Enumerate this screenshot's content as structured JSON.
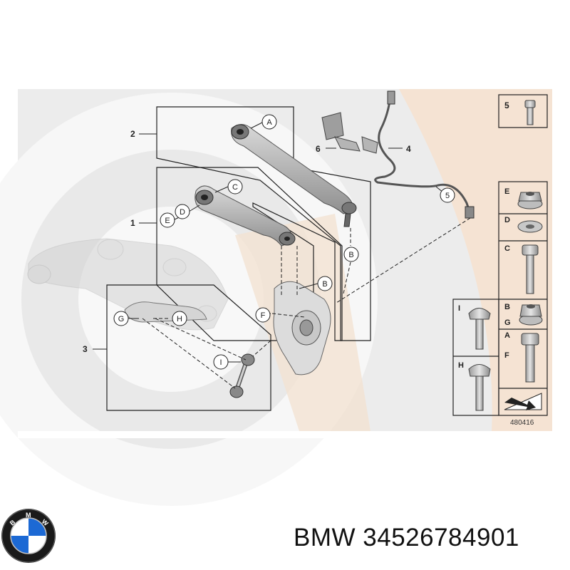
{
  "diagram": {
    "part_numbers": [
      "1",
      "2",
      "3",
      "4",
      "5",
      "6"
    ],
    "callouts": [
      "A",
      "B",
      "C",
      "D",
      "E",
      "F",
      "G",
      "H",
      "I"
    ],
    "hardware_panel": {
      "item_5": "5",
      "row_E": "E",
      "row_D": "D",
      "row_C": "C",
      "row_BG_top": "B",
      "row_BG_bottom": "G",
      "row_AF_top": "A",
      "row_AF_bottom": "F",
      "row_I": "I",
      "row_H": "H"
    },
    "diagram_code": "480416"
  },
  "footer": {
    "logo": {
      "name": "bmw-roundel",
      "letters": "BMW",
      "colors": {
        "blue": "#1c69d4",
        "ring": "#111111",
        "white": "#ffffff"
      }
    },
    "brand_and_part": "BMW 34526784901"
  },
  "colors": {
    "watermark_grey": "#e6e6e6",
    "watermark_peach": "#f5e3d3",
    "line": "#222222",
    "part_grey": "#b4b4b4"
  }
}
